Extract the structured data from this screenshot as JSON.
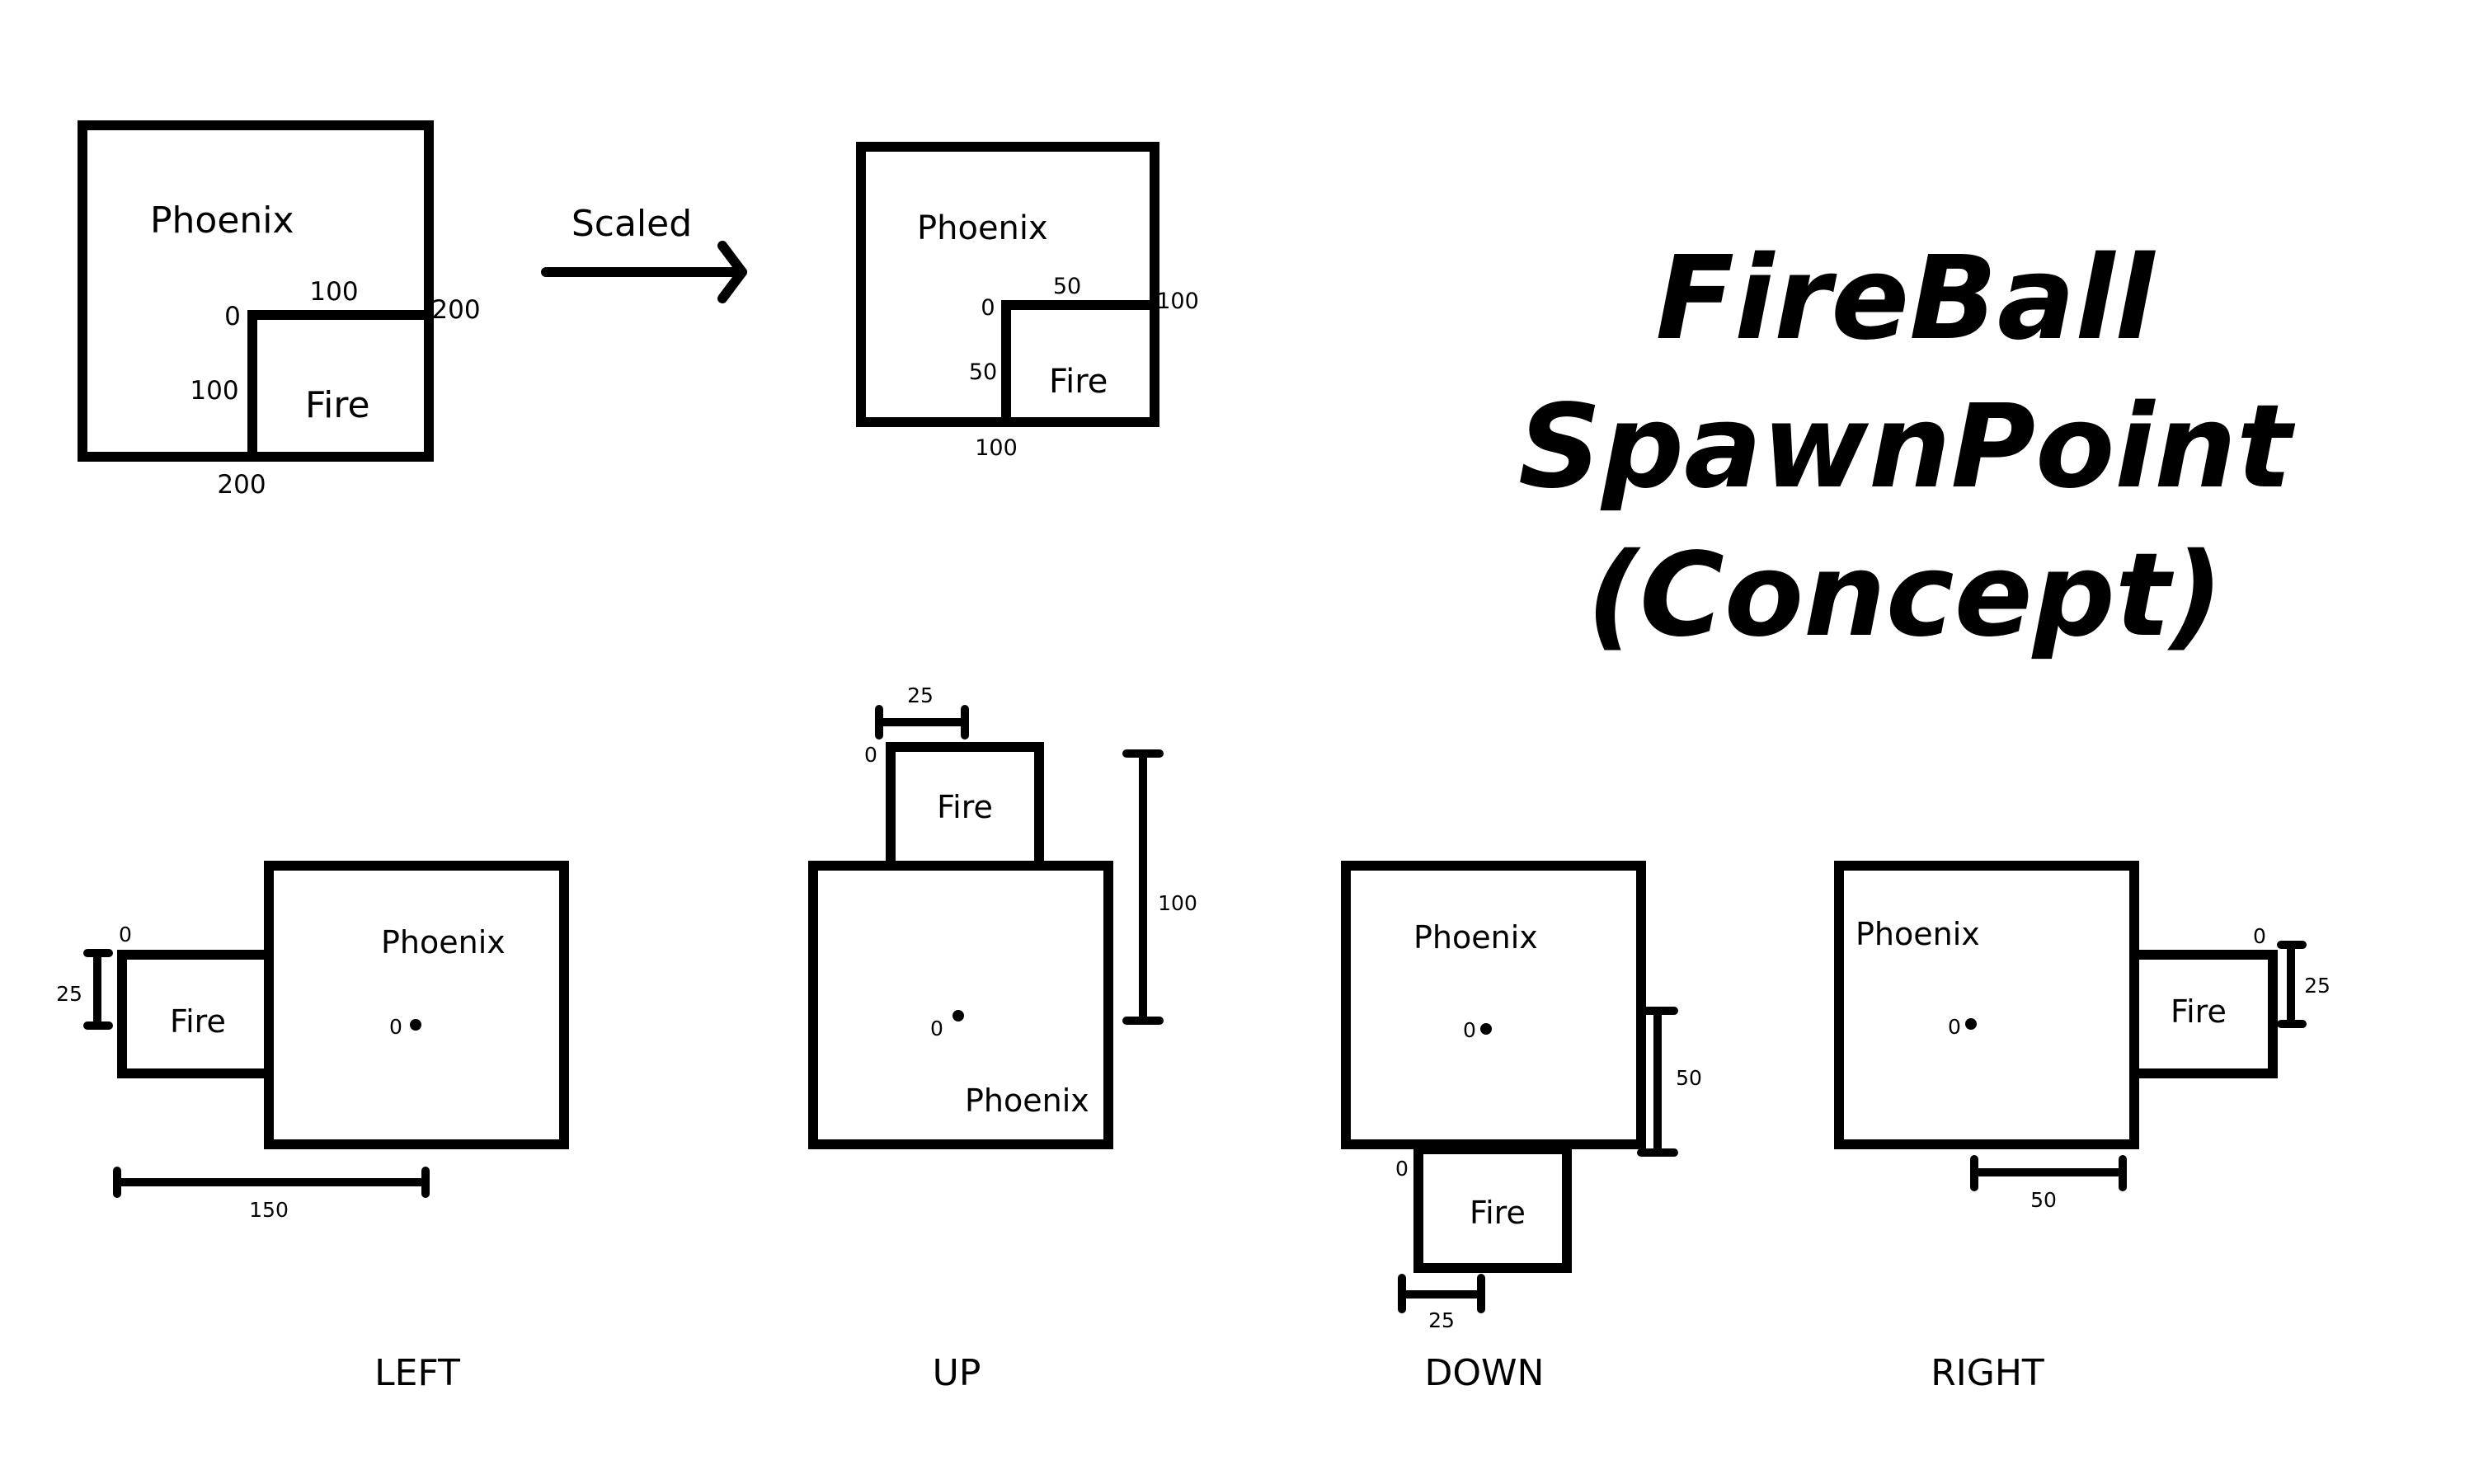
{
  "title": {
    "line1": "FireBall",
    "line2": "SpawnPoint",
    "line3": "(Concept)"
  },
  "labels": {
    "phoenix": "Phoenix",
    "fire": "Fire",
    "scaled": "Scaled"
  },
  "original": {
    "fire_width": "100",
    "fire_height": "100",
    "phoenix_width": "200",
    "phoenix_height": "200",
    "origin": "0"
  },
  "scaled": {
    "fire_width": "50",
    "fire_height": "50",
    "phoenix_width": "100",
    "phoenix_height": "100",
    "origin": "0"
  },
  "views": {
    "left": {
      "caption": "LEFT",
      "origin_fire": "0",
      "origin_phoenix": "0",
      "offset": "25",
      "distance": "150"
    },
    "up": {
      "caption": "UP",
      "origin_fire": "0",
      "origin_phoenix": "0",
      "offset": "25",
      "distance": "100"
    },
    "down": {
      "caption": "DOWN",
      "origin_fire": "0",
      "origin_phoenix": "0",
      "offset": "25",
      "distance": "50"
    },
    "right": {
      "caption": "RIGHT",
      "origin_fire": "0",
      "origin_phoenix": "0",
      "offset": "25",
      "distance": "50"
    }
  }
}
